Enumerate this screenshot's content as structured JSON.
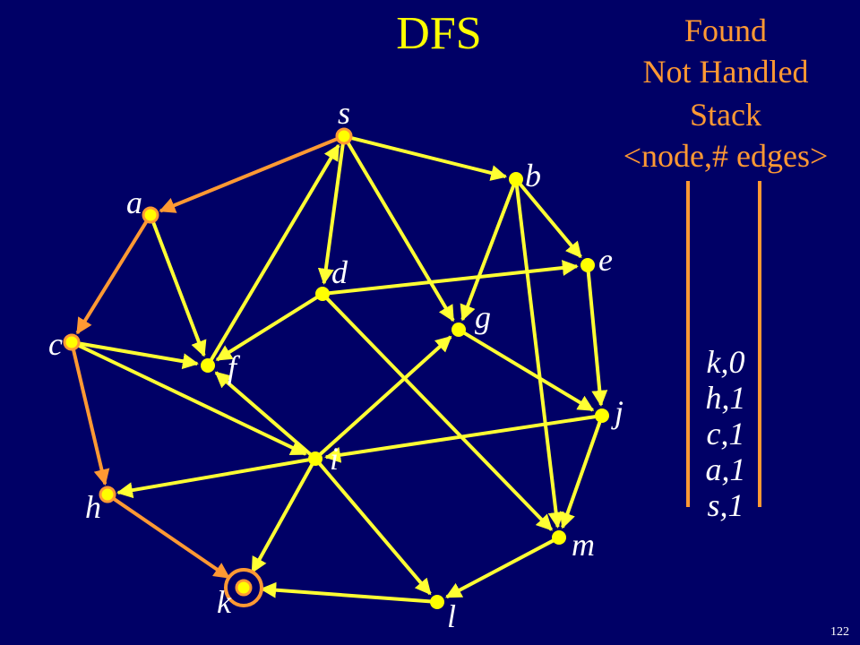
{
  "title": "DFS",
  "legend": {
    "found": "Found",
    "not_handled": "Not Handled",
    "stack": "Stack",
    "format": "<node,# edges>"
  },
  "stack_items": [
    "k,0",
    "h,1",
    "c,1",
    "a,1",
    "s,1"
  ],
  "slide_number": "122",
  "colors": {
    "background": "#000066",
    "title": "#ffff00",
    "found": "#ff9933",
    "edge": "#ffff33",
    "text": "#ffffff"
  },
  "graph": {
    "nodes": [
      {
        "id": "s",
        "label": "s",
        "state": "found"
      },
      {
        "id": "a",
        "label": "a",
        "state": "found"
      },
      {
        "id": "b",
        "label": "b",
        "state": "unvisited"
      },
      {
        "id": "c",
        "label": "c",
        "state": "found"
      },
      {
        "id": "d",
        "label": "d",
        "state": "unvisited"
      },
      {
        "id": "e",
        "label": "e",
        "state": "unvisited"
      },
      {
        "id": "f",
        "label": "f",
        "state": "unvisited"
      },
      {
        "id": "g",
        "label": "g",
        "state": "unvisited"
      },
      {
        "id": "h",
        "label": "h",
        "state": "found"
      },
      {
        "id": "i",
        "label": "i",
        "state": "unvisited"
      },
      {
        "id": "j",
        "label": "j",
        "state": "unvisited"
      },
      {
        "id": "k",
        "label": "k",
        "state": "current"
      },
      {
        "id": "l",
        "label": "l",
        "state": "unvisited"
      },
      {
        "id": "m",
        "label": "m",
        "state": "unvisited"
      }
    ],
    "edges": [
      {
        "from": "s",
        "to": "a",
        "tree": true
      },
      {
        "from": "a",
        "to": "c",
        "tree": true
      },
      {
        "from": "c",
        "to": "h",
        "tree": true
      },
      {
        "from": "h",
        "to": "k",
        "tree": true
      },
      {
        "from": "s",
        "to": "b",
        "tree": false
      },
      {
        "from": "s",
        "to": "d",
        "tree": false
      },
      {
        "from": "s",
        "to": "g",
        "tree": false
      },
      {
        "from": "a",
        "to": "f",
        "tree": false
      },
      {
        "from": "f",
        "to": "s",
        "tree": false
      },
      {
        "from": "c",
        "to": "f",
        "tree": false
      },
      {
        "from": "c",
        "to": "i",
        "tree": false
      },
      {
        "from": "d",
        "to": "e",
        "tree": false
      },
      {
        "from": "d",
        "to": "f",
        "tree": false
      },
      {
        "from": "d",
        "to": "m",
        "tree": false
      },
      {
        "from": "b",
        "to": "e",
        "tree": false
      },
      {
        "from": "b",
        "to": "g",
        "tree": false
      },
      {
        "from": "b",
        "to": "m",
        "tree": false
      },
      {
        "from": "e",
        "to": "j",
        "tree": false
      },
      {
        "from": "g",
        "to": "j",
        "tree": false
      },
      {
        "from": "i",
        "to": "g",
        "tree": false
      },
      {
        "from": "i",
        "to": "f",
        "tree": false
      },
      {
        "from": "i",
        "to": "h",
        "tree": false
      },
      {
        "from": "i",
        "to": "k",
        "tree": false
      },
      {
        "from": "i",
        "to": "l",
        "tree": false
      },
      {
        "from": "j",
        "to": "i",
        "tree": false
      },
      {
        "from": "j",
        "to": "m",
        "tree": false
      },
      {
        "from": "m",
        "to": "l",
        "tree": false
      },
      {
        "from": "l",
        "to": "k",
        "tree": false
      }
    ]
  }
}
